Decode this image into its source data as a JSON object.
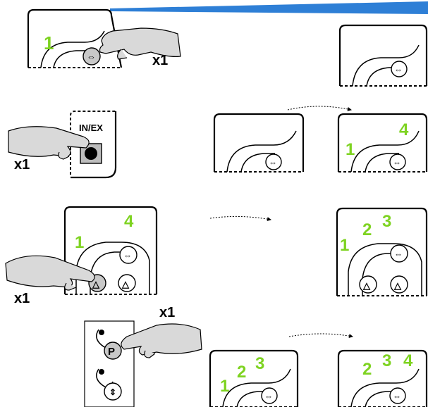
{
  "press_count": "x1",
  "in_ex_label": "IN/EX",
  "step1": {
    "before": [
      "1"
    ],
    "after": []
  },
  "step2": {
    "after": [
      "1",
      "4"
    ]
  },
  "step3": {
    "before": [
      "1",
      "4"
    ],
    "after": [
      "1",
      "2",
      "3"
    ]
  },
  "step4": {
    "before": [
      "1",
      "2",
      "3"
    ],
    "after": [
      "2",
      "3",
      "4"
    ]
  },
  "colors": {
    "digit": "#7ed321",
    "banner": "#2e7fd6"
  },
  "icons": [
    "swap-arrows-icon",
    "triangle-up-icon",
    "p-button-icon",
    "updown-arrows-icon",
    "hand-icon",
    "dotted-arrow-icon"
  ]
}
